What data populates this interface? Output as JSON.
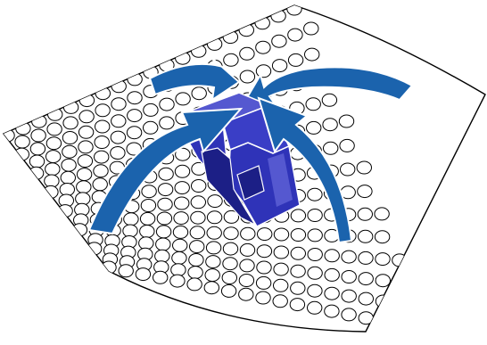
{
  "illustration": {
    "subject": "bubble-wrap-sheet-wrapping-part",
    "colors": {
      "sheet_fill": "#ffffff",
      "sheet_stroke": "#000000",
      "arrow_fill": "#1b63ad",
      "arrow_stroke": "#ffffff",
      "part_fill": "#2f33b8",
      "part_dark": "#1c1f86",
      "part_light": "#5558d0"
    },
    "arrows": [
      {
        "name": "left-back-arrow"
      },
      {
        "name": "right-back-arrow"
      },
      {
        "name": "left-front-arrow"
      },
      {
        "name": "right-front-arrow"
      }
    ]
  }
}
